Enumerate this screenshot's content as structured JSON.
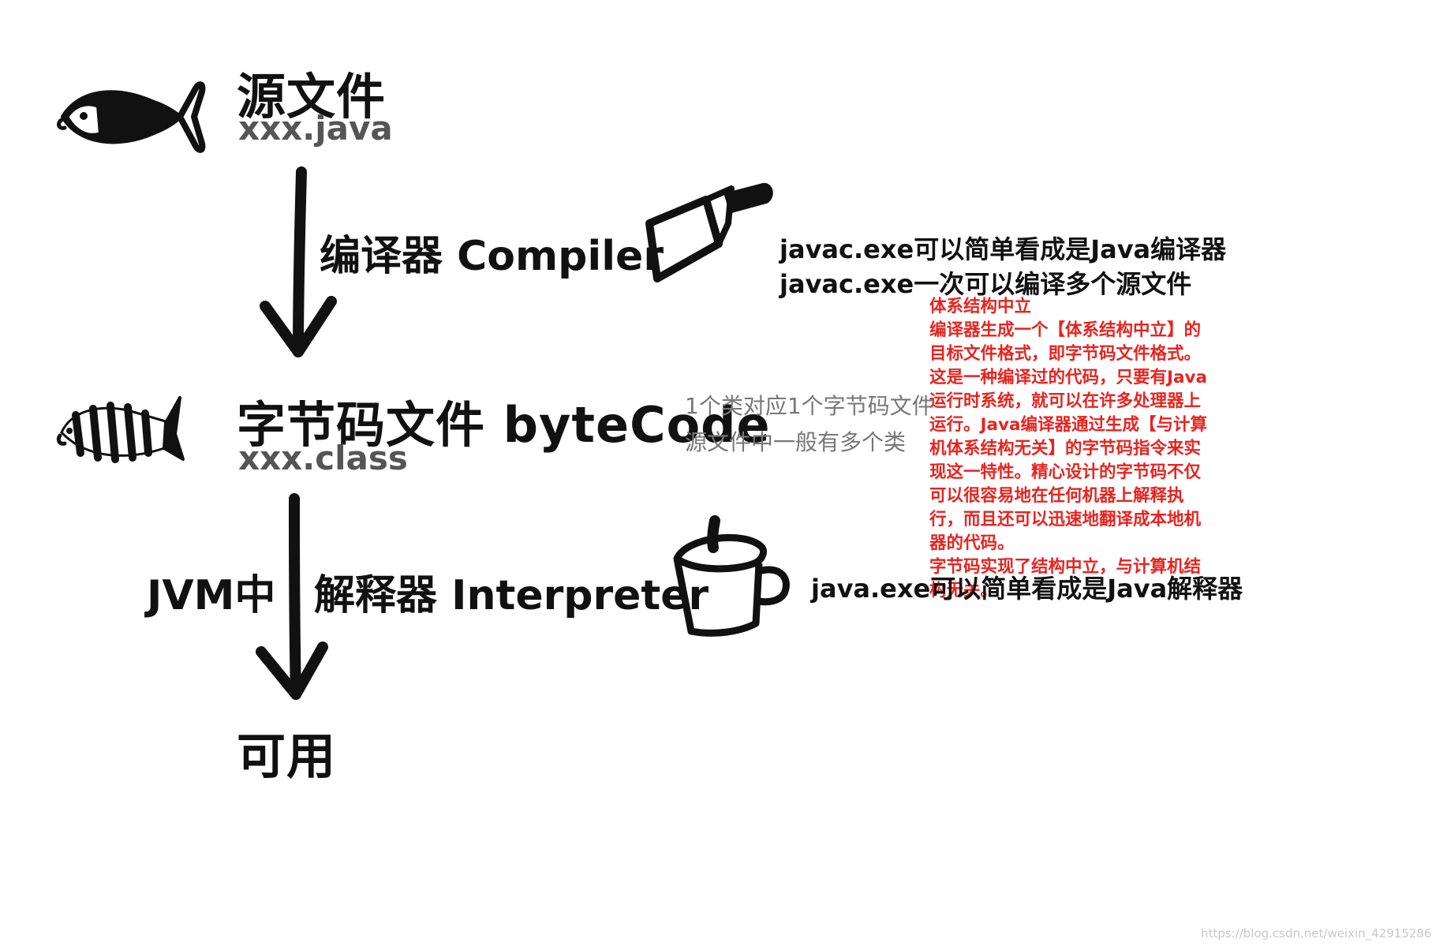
{
  "source": {
    "title": "源文件",
    "ext": "xxx.java",
    "icon": "fish-icon"
  },
  "compile": {
    "label": "编译器 Compiler",
    "icon": "knife-icon",
    "notes": [
      "javac.exe可以简单看成是Java编译器",
      "javac.exe一次可以编译多个源文件"
    ]
  },
  "bytecode": {
    "title": "字节码文件 byteCode",
    "ext": "xxx.class",
    "icon": "striped-fish-icon",
    "gray_notes": [
      "1个类对应1个字节码文件",
      "源文件中一般有多个类"
    ],
    "red_notes": [
      "体系结构中立",
      "编译器生成一个【体系结构中立】的",
      "目标文件格式，即字节码文件格式。",
      "这是一种编译过的代码，只要有Java",
      "运行时系统，就可以在许多处理器上",
      "运行。Java编译器通过生成【与计算",
      "机体系结构无关】的字节码指令来实",
      "现这一特性。精心设计的字节码不仅",
      "可以很容易地在任何机器上解释执",
      "行，而且还可以迅速地翻译成本地机",
      "器的代码。",
      "字节码实现了结构中立，与计算机结",
      "构无关。"
    ]
  },
  "interpret": {
    "prefix": "JVM中",
    "label": "解释器 Interpreter",
    "icon": "pot-icon",
    "note": "java.exe可以简单看成是Java解释器"
  },
  "result": {
    "title": "可用"
  },
  "watermark": "https://blog.csdn.net/weixin_42915286",
  "colors": {
    "ink": "#111111",
    "gray": "#777777",
    "red": "#e8231f"
  }
}
